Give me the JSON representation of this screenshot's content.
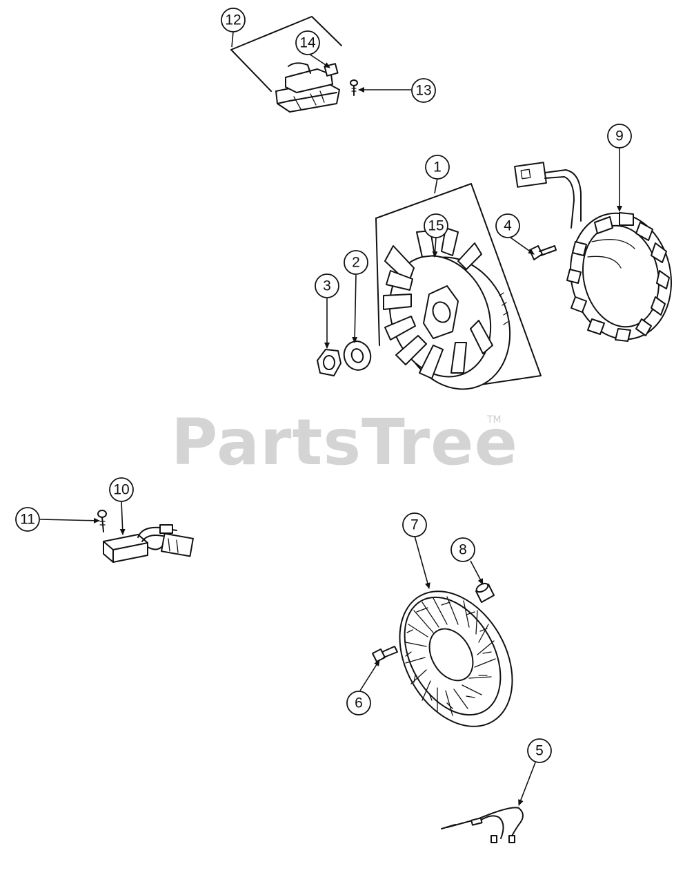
{
  "watermark": {
    "brand": "PartsTree",
    "trademark": "TM"
  },
  "callouts": {
    "c1": "1",
    "c2": "2",
    "c3": "3",
    "c4": "4",
    "c5": "5",
    "c6": "6",
    "c7": "7",
    "c8": "8",
    "c9": "9",
    "c10": "10",
    "c11": "11",
    "c12": "12",
    "c13": "13",
    "c14": "14",
    "c15": "15"
  }
}
